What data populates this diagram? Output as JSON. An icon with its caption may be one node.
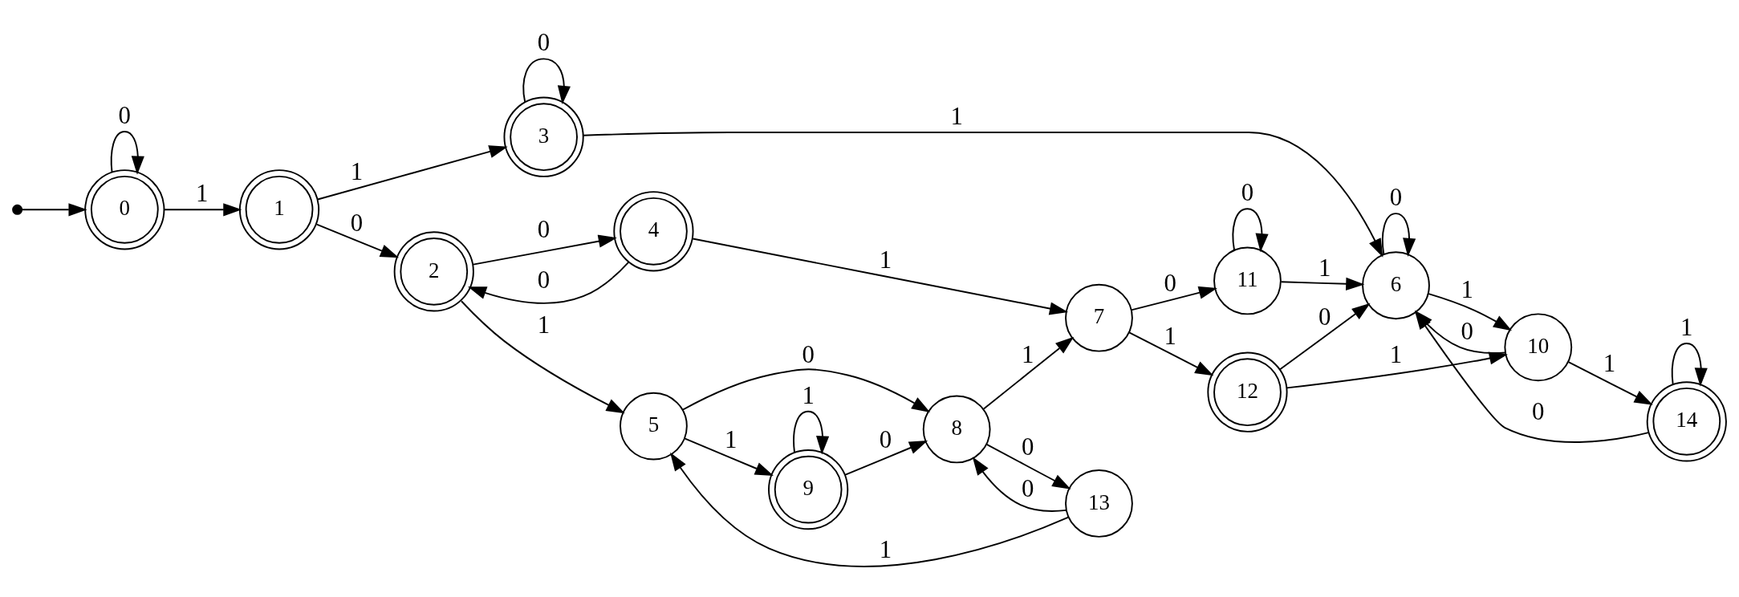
{
  "diagram": {
    "nodes": [
      {
        "text": [],
        "shape": "point"
      },
      {
        "text": [
          "0"
        ]
      },
      {
        "text": [
          "1"
        ]
      },
      {
        "text": [
          "2"
        ]
      },
      {
        "text": [
          "3"
        ]
      },
      {
        "text": [
          "4"
        ]
      },
      {
        "text": [
          "5"
        ]
      },
      {
        "text": [
          "6"
        ]
      },
      {
        "text": [
          "7"
        ]
      },
      {
        "text": [
          "8"
        ]
      },
      {
        "text": [
          "9"
        ]
      },
      {
        "text": [
          "10"
        ]
      },
      {
        "text": [
          "11"
        ]
      },
      {
        "text": [
          "12"
        ]
      },
      {
        "text": [
          "13"
        ]
      },
      {
        "text": [
          "14"
        ]
      }
    ],
    "edges": [
      {
        "from": 0,
        "to": 1,
        "arrow": "to"
      },
      {
        "from": 1,
        "to": 1,
        "label": "0",
        "arrow": "to"
      },
      {
        "from": 1,
        "to": 2,
        "label": "1",
        "arrow": "to"
      },
      {
        "from": 2,
        "to": 4,
        "label": "1",
        "arrow": "to"
      },
      {
        "from": 2,
        "to": 3,
        "label": "0",
        "arrow": "to"
      },
      {
        "from": 4,
        "to": 4,
        "label": "0",
        "arrow": "to"
      },
      {
        "from": 4,
        "to": 7,
        "label": "1",
        "arrow": "to"
      },
      {
        "from": 3,
        "to": 5,
        "label": "0",
        "arrow": "to"
      },
      {
        "from": 5,
        "to": 3,
        "label": "0",
        "arrow": "to"
      },
      {
        "from": 5,
        "to": 8,
        "label": "1",
        "arrow": "to"
      },
      {
        "from": 3,
        "to": 6,
        "label": "1",
        "arrow": "to"
      },
      {
        "from": 6,
        "to": 9,
        "label": "0",
        "arrow": "to"
      },
      {
        "from": 6,
        "to": 10,
        "label": "1",
        "arrow": "to"
      },
      {
        "from": 10,
        "to": 10,
        "label": "1",
        "arrow": "to"
      },
      {
        "from": 10,
        "to": 9,
        "label": "0",
        "arrow": "to"
      },
      {
        "from": 9,
        "to": 8,
        "label": "1",
        "arrow": "to"
      },
      {
        "from": 9,
        "to": 14,
        "label": "0",
        "arrow": "to"
      },
      {
        "from": 14,
        "to": 9,
        "label": "0",
        "arrow": "to"
      },
      {
        "from": 14,
        "to": 6,
        "label": "1",
        "arrow": "to"
      },
      {
        "from": 8,
        "to": 12,
        "label": "0",
        "arrow": "to"
      },
      {
        "from": 8,
        "to": 13,
        "label": "1",
        "arrow": "to"
      },
      {
        "from": 12,
        "to": 12,
        "label": "0",
        "arrow": "to"
      },
      {
        "from": 12,
        "to": 7,
        "label": "1",
        "arrow": "to"
      },
      {
        "from": 13,
        "to": 7,
        "label": "0",
        "arrow": "to"
      },
      {
        "from": 13,
        "to": 11,
        "label": "1",
        "arrow": "to"
      },
      {
        "from": 7,
        "to": 7,
        "label": "0",
        "arrow": "to"
      },
      {
        "from": 7,
        "to": 11,
        "label": "1",
        "arrow": "to"
      },
      {
        "from": 11,
        "to": 7,
        "label": "0",
        "arrow": "to"
      },
      {
        "from": 11,
        "to": 15,
        "label": "1",
        "arrow": "to"
      },
      {
        "from": 15,
        "to": 15,
        "label": "1",
        "arrow": "to"
      },
      {
        "from": 15,
        "to": 7,
        "label": "0",
        "arrow": "to"
      }
    ]
  }
}
